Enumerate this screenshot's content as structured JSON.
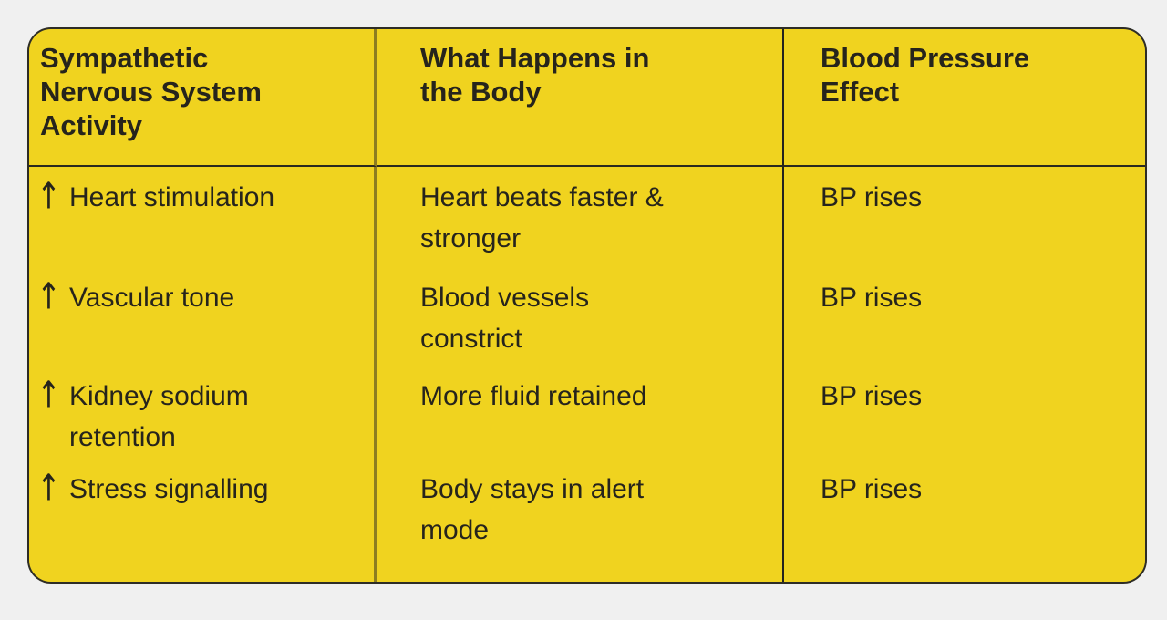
{
  "page": {
    "background_color": "#f0f0f0"
  },
  "table": {
    "card_color": "#f0d31f",
    "text_color": "#26241c",
    "outer_border_color": "#2e2d26",
    "divider_activity_body_color": "#8d7d20",
    "divider_body_bp_color": "#24231d",
    "header_underline_color": "#2a291f",
    "columns": [
      {
        "label": "Sympathetic\nNervous System\nActivity"
      },
      {
        "label": "What Happens in\nthe Body"
      },
      {
        "label": "Blood Pressure\nEffect"
      }
    ],
    "rows": [
      {
        "arrow": "↑",
        "activity": "Heart stimulation",
        "body": "Heart beats faster &\nstronger",
        "bp": "BP rises"
      },
      {
        "arrow": "↑",
        "activity": "Vascular tone",
        "body": "Blood vessels\nconstrict",
        "bp": "BP rises"
      },
      {
        "arrow": "↑",
        "activity": "Kidney sodium\nretention",
        "body": "More fluid retained",
        "bp": "BP rises"
      },
      {
        "arrow": "↑",
        "activity": "Stress signalling",
        "body": "Body stays in alert\nmode",
        "bp": "BP rises"
      }
    ]
  },
  "chart_data": {
    "type": "table",
    "title": "Sympathetic Nervous System Activity and Blood Pressure Effect",
    "columns": [
      "Sympathetic Nervous System Activity",
      "What Happens in the Body",
      "Blood Pressure Effect"
    ],
    "rows": [
      [
        "↑ Heart stimulation",
        "Heart beats faster & stronger",
        "BP rises"
      ],
      [
        "↑ Vascular tone",
        "Blood vessels constrict",
        "BP rises"
      ],
      [
        "↑ Kidney sodium retention",
        "More fluid retained",
        "BP rises"
      ],
      [
        "↑ Stress signalling",
        "Body stays in alert mode",
        "BP rises"
      ]
    ]
  }
}
